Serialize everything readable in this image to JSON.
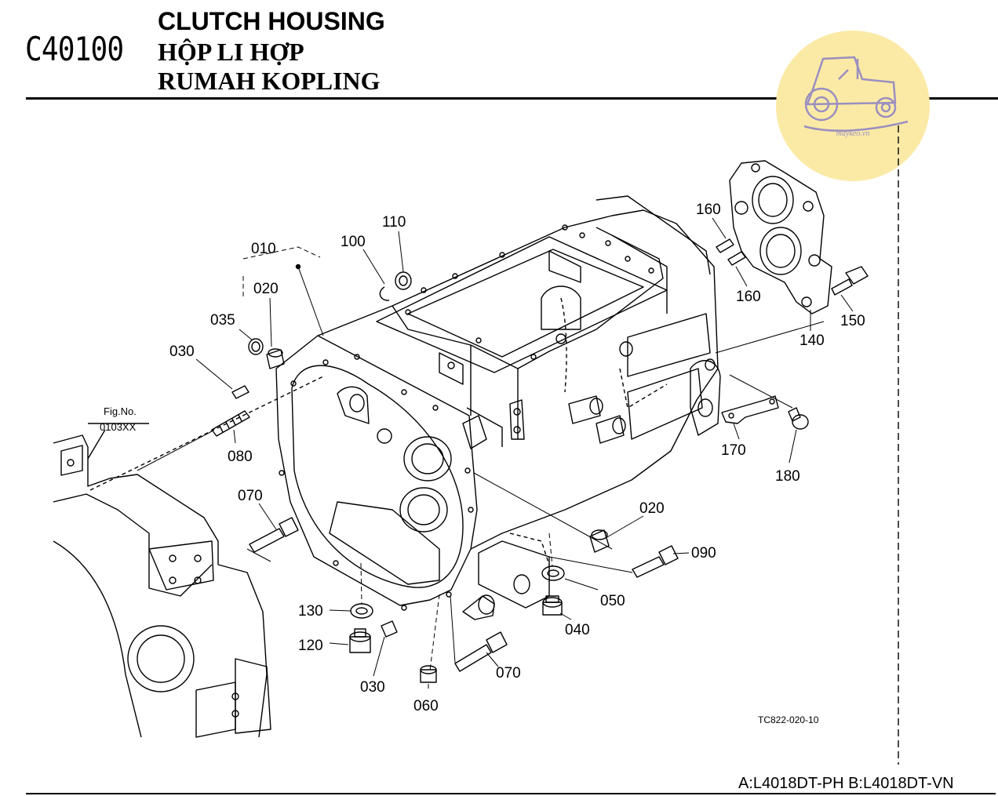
{
  "header": {
    "code": "C40100",
    "title_en": "CLUTCH HOUSING",
    "title_vi": "HỘP LI HỢP",
    "title_ms": "RUMAH KOPLING"
  },
  "logo": {
    "text": "maykeo.vn",
    "icon": "tractor-icon",
    "colors": {
      "background": "#fbeaa6",
      "outline": "#9a8fbf"
    }
  },
  "figure_ref": {
    "line1": "Fig.No.",
    "line2": "0103XX"
  },
  "callouts": {
    "p010": "010",
    "p020a": "020",
    "p035": "035",
    "p030a": "030",
    "p080": "080",
    "p070a": "070",
    "p100": "100",
    "p110": "110",
    "p160a": "160",
    "p160b": "160",
    "p150": "150",
    "p140": "140",
    "p170": "170",
    "p180": "180",
    "p020b": "020",
    "p090": "090",
    "p050": "050",
    "p040": "040",
    "p130": "130",
    "p120": "120",
    "p030b": "030",
    "p060": "060",
    "p070b": "070"
  },
  "drawing_ref": "TC822-020-10",
  "models": "A:L4018DT-PH B:L4018DT-VN"
}
